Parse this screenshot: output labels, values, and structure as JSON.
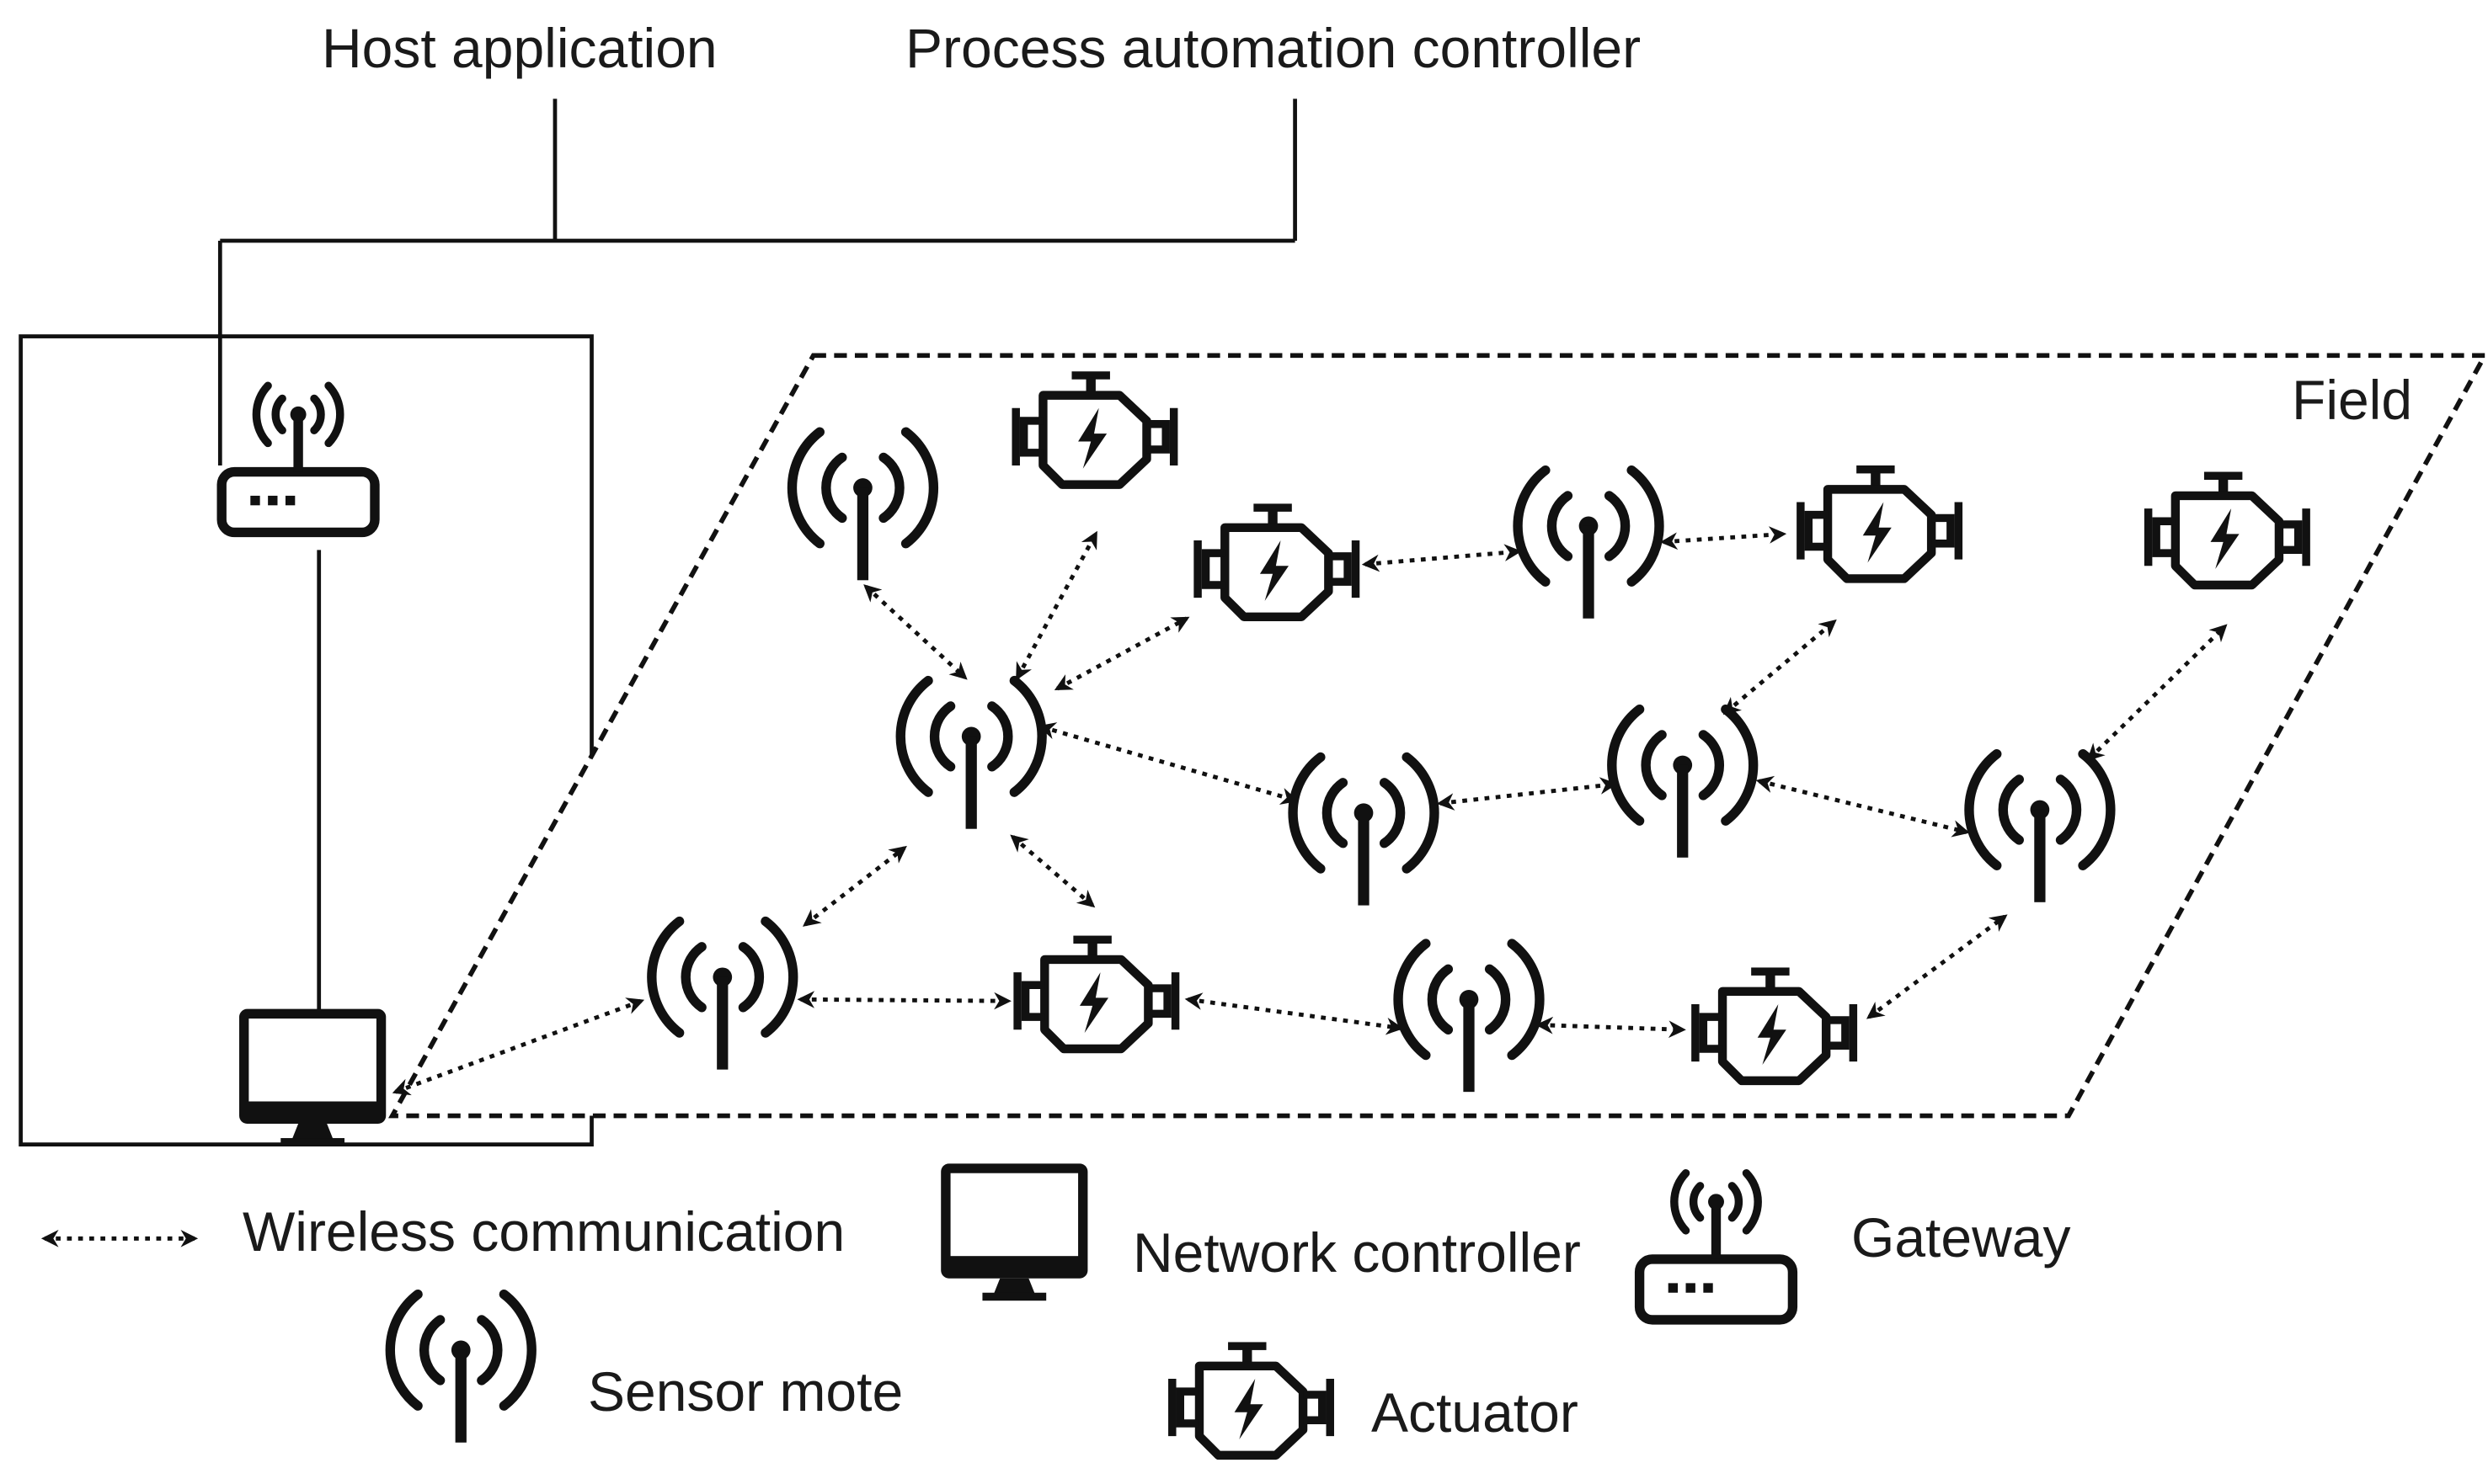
{
  "labels": {
    "host_application": "Host application",
    "process_automation_controller": "Process automation controller",
    "field": "Field"
  },
  "legend": {
    "wireless_communication": "Wireless communication",
    "network_controller": "Network controller",
    "gateway": "Gateway",
    "sensor_mote": "Sensor mote",
    "actuator": "Actuator"
  },
  "colors": {
    "stroke": "#111111",
    "text": "#1a1a1a"
  }
}
